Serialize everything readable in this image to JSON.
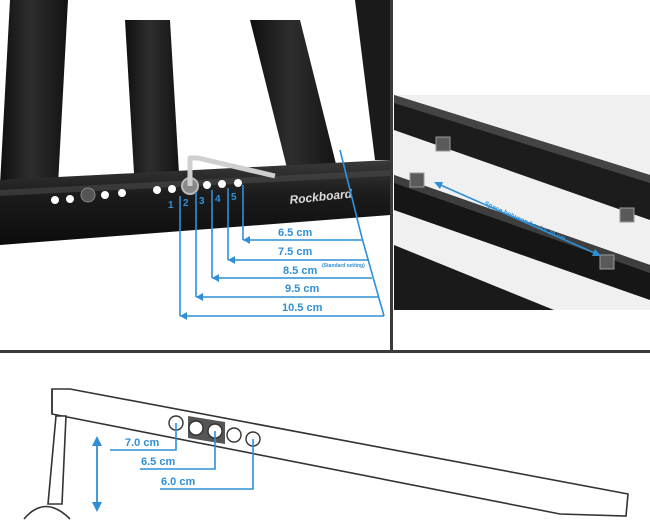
{
  "colors": {
    "accent": "#2f8fd6",
    "frame_dark": "#1b1b1b",
    "frame_mid": "#2c2c2c",
    "outline": "#333333"
  },
  "frame_view": {
    "hole_numbers": [
      "1",
      "2",
      "3",
      "4",
      "5"
    ],
    "brand_logo": "Rockboard",
    "measurements": [
      {
        "label": "6.5 cm"
      },
      {
        "label": "7.5 cm"
      },
      {
        "label": "8.5 cm",
        "note": "(Standard setting)"
      },
      {
        "label": "9.5 cm"
      },
      {
        "label": "10.5 cm"
      }
    ]
  },
  "hooks_view": {
    "label": "Space between hooks 20 cm"
  },
  "side_view": {
    "measurements": [
      {
        "label": "7.0 cm"
      },
      {
        "label": "6.5 cm"
      },
      {
        "label": "6.0 cm"
      }
    ]
  }
}
